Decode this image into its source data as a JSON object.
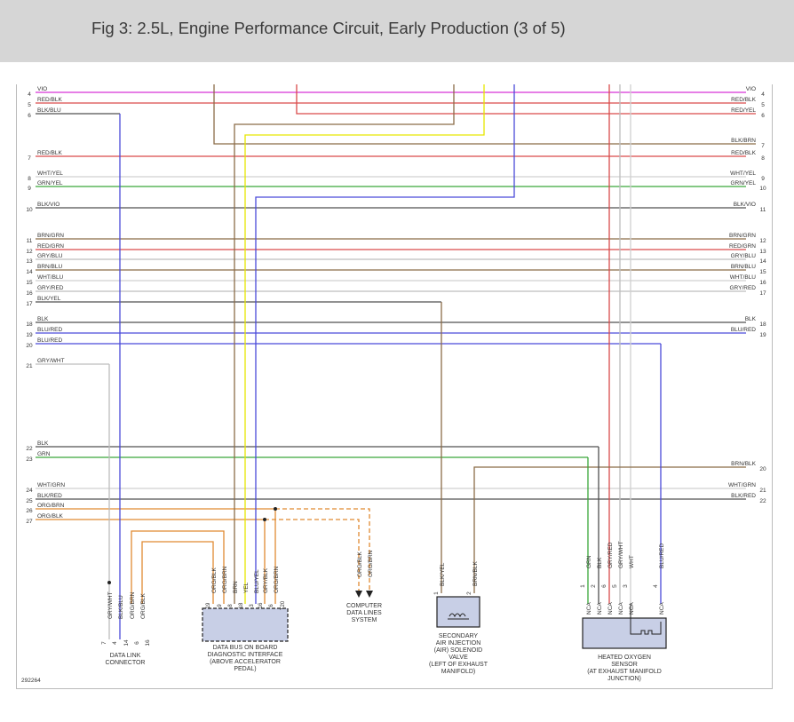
{
  "header": {
    "title": "Fig 3: 2.5L, Engine Performance Circuit, Early Production (3 of 5)"
  },
  "colors": {
    "VIO": "#d633d6",
    "RED": "#d94a4a",
    "BLK": "#505050",
    "BLU": "#4a4ad9",
    "BRN": "#8b6c48",
    "YEL": "#e6e600",
    "GRN": "#3aa83a",
    "GRY": "#bdbdbd",
    "ORG": "#e08a32",
    "WHT": "#d0d0d0"
  },
  "left_labels": [
    {
      "num": "4",
      "wire": "VIO"
    },
    {
      "num": "5",
      "wire": "RED/BLK"
    },
    {
      "num": "6",
      "wire": "BLK/BLU"
    },
    {
      "num": "7",
      "wire": "RED/BLK"
    },
    {
      "num": "8",
      "wire": "WHT/YEL"
    },
    {
      "num": "9",
      "wire": "GRN/YEL"
    },
    {
      "num": "10",
      "wire": "BLK/VIO"
    },
    {
      "num": "11",
      "wire": "BRN/GRN"
    },
    {
      "num": "12",
      "wire": "RED/GRN"
    },
    {
      "num": "13",
      "wire": "GRY/BLU"
    },
    {
      "num": "14",
      "wire": "BRN/BLU"
    },
    {
      "num": "15",
      "wire": "WHT/BLU"
    },
    {
      "num": "16",
      "wire": "GRY/RED"
    },
    {
      "num": "17",
      "wire": "BLK/YEL"
    },
    {
      "num": "18",
      "wire": "BLK"
    },
    {
      "num": "19",
      "wire": "BLU/RED"
    },
    {
      "num": "20",
      "wire": "BLU/RED"
    },
    {
      "num": "21",
      "wire": "GRY/WHT"
    },
    {
      "num": "22",
      "wire": "BLK"
    },
    {
      "num": "23",
      "wire": "GRN"
    },
    {
      "num": "24",
      "wire": "WHT/GRN"
    },
    {
      "num": "25",
      "wire": "BLK/RED"
    },
    {
      "num": "26",
      "wire": "ORG/BRN"
    },
    {
      "num": "27",
      "wire": "ORG/BLK"
    }
  ],
  "right_labels": [
    {
      "num": "4",
      "wire": "VIO"
    },
    {
      "num": "5",
      "wire": "RED/BLK"
    },
    {
      "num": "6",
      "wire": "RED/YEL"
    },
    {
      "num": "7",
      "wire": "BLK/BRN"
    },
    {
      "num": "8",
      "wire": "RED/BLK"
    },
    {
      "num": "9",
      "wire": "WHT/YEL"
    },
    {
      "num": "10",
      "wire": "GRN/YEL"
    },
    {
      "num": "11",
      "wire": "BLK/VIO"
    },
    {
      "num": "12",
      "wire": "BRN/GRN"
    },
    {
      "num": "13",
      "wire": "RED/GRN"
    },
    {
      "num": "14",
      "wire": "GRY/BLU"
    },
    {
      "num": "15",
      "wire": "BRN/BLU"
    },
    {
      "num": "16",
      "wire": "WHT/BLU"
    },
    {
      "num": "17",
      "wire": "GRY/RED"
    },
    {
      "num": "18",
      "wire": "BLK"
    },
    {
      "num": "19",
      "wire": "BLU/RED"
    },
    {
      "num": "20",
      "wire": "BRN/BLK"
    },
    {
      "num": "21",
      "wire": "WHT/GRN"
    },
    {
      "num": "22",
      "wire": "BLK/RED"
    }
  ],
  "components": {
    "data_link": {
      "lines": [
        "DATA LINK",
        "CONNECTOR"
      ],
      "pins": [
        "GRY/WHT",
        "BLK/BLU",
        "ORG/BRN",
        "ORG/BLK"
      ],
      "pin_nums": [
        "7",
        "4",
        "14",
        "6",
        "16"
      ]
    },
    "obd": {
      "lines": [
        "DATA BUS ON BOARD",
        "DIAGNOSTIC INTERFACE",
        "(ABOVE ACCELERATOR",
        "PEDAL)"
      ],
      "pins": [
        "ORG/BLK",
        "ORG/BRN",
        "BRN",
        "YEL",
        "BLU/YEL",
        "GRY/BLK",
        "ORG/BRN"
      ],
      "pin_nums": [
        "19",
        "9",
        "8",
        "18",
        "3",
        "16",
        "6",
        "T20"
      ]
    },
    "computer": {
      "lines": [
        "COMPUTER",
        "DATA LINES",
        "SYSTEM"
      ],
      "pins": [
        "ORG/BLK",
        "ORG/BRN"
      ]
    },
    "air": {
      "lines": [
        "SECONDARY",
        "AIR INJECTION",
        "(AIR) SOLENOID",
        "VALVE",
        "(LEFT OF EXHAUST",
        "MANIFOLD)"
      ],
      "pins": [
        "BLK/YEL",
        "BRN/BLK"
      ],
      "pin_nums": [
        "1",
        "2"
      ]
    },
    "o2": {
      "lines": [
        "HEATED OXYGEN",
        "SENSOR",
        "(AT EXHAUST MANIFOLD",
        "JUNCTION)"
      ],
      "pins": [
        "GRN",
        "BLK",
        "GRY/RED",
        "GRY/WHT",
        "WHT",
        "BLU/RED"
      ],
      "pin_nums": [
        "1",
        "2",
        "6",
        "5",
        "3",
        "4"
      ],
      "nca": "NCA"
    }
  },
  "figure_id": "292264"
}
